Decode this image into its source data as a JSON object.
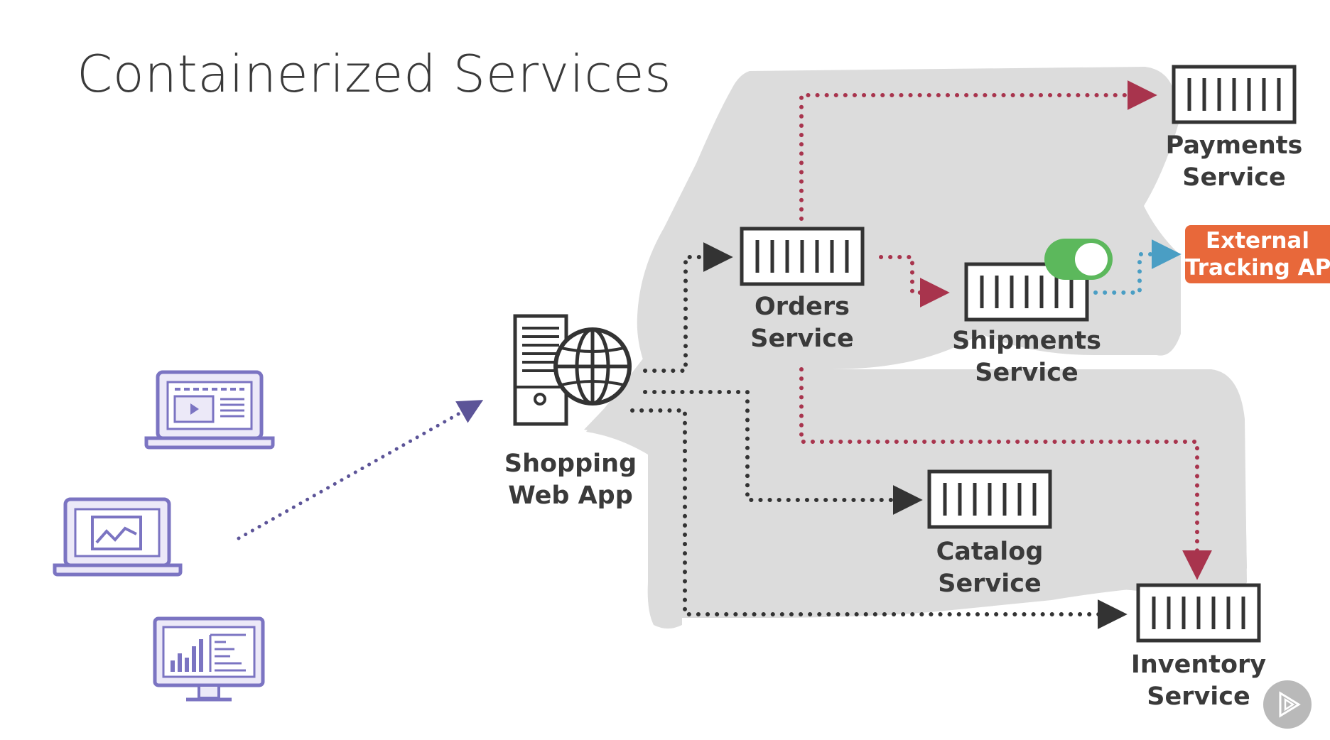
{
  "title": "Containerized Services",
  "colors": {
    "region": "#dcdcdc",
    "red_arrow": "#a8344d",
    "dark_arrow": "#333333",
    "blue_arrow": "#4a9ec4",
    "purple_arrow": "#5c5498",
    "device": "#7b74c2",
    "device_fill": "#ece9f8",
    "toggle": "#5cb85c",
    "external_api_bg": "#e8683a"
  },
  "clients": [
    {
      "name": "laptop-video",
      "icon": "laptop-video-icon"
    },
    {
      "name": "laptop-chart",
      "icon": "laptop-chart-icon"
    },
    {
      "name": "monitor-dashboard",
      "icon": "monitor-dashboard-icon"
    }
  ],
  "web_app": {
    "line1": "Shopping",
    "line2": "Web App",
    "icon": "server-globe-icon"
  },
  "services": {
    "orders": {
      "line1": "Orders",
      "line2": "Service"
    },
    "payments": {
      "line1": "Payments",
      "line2": "Service"
    },
    "shipments": {
      "line1": "Shipments",
      "line2": "Service"
    },
    "catalog": {
      "line1": "Catalog",
      "line2": "Service"
    },
    "inventory": {
      "line1": "Inventory",
      "line2": "Service"
    }
  },
  "external_api": {
    "line1": "External",
    "line2": "Tracking API"
  },
  "controls": {
    "play_icon": "play-icon"
  }
}
